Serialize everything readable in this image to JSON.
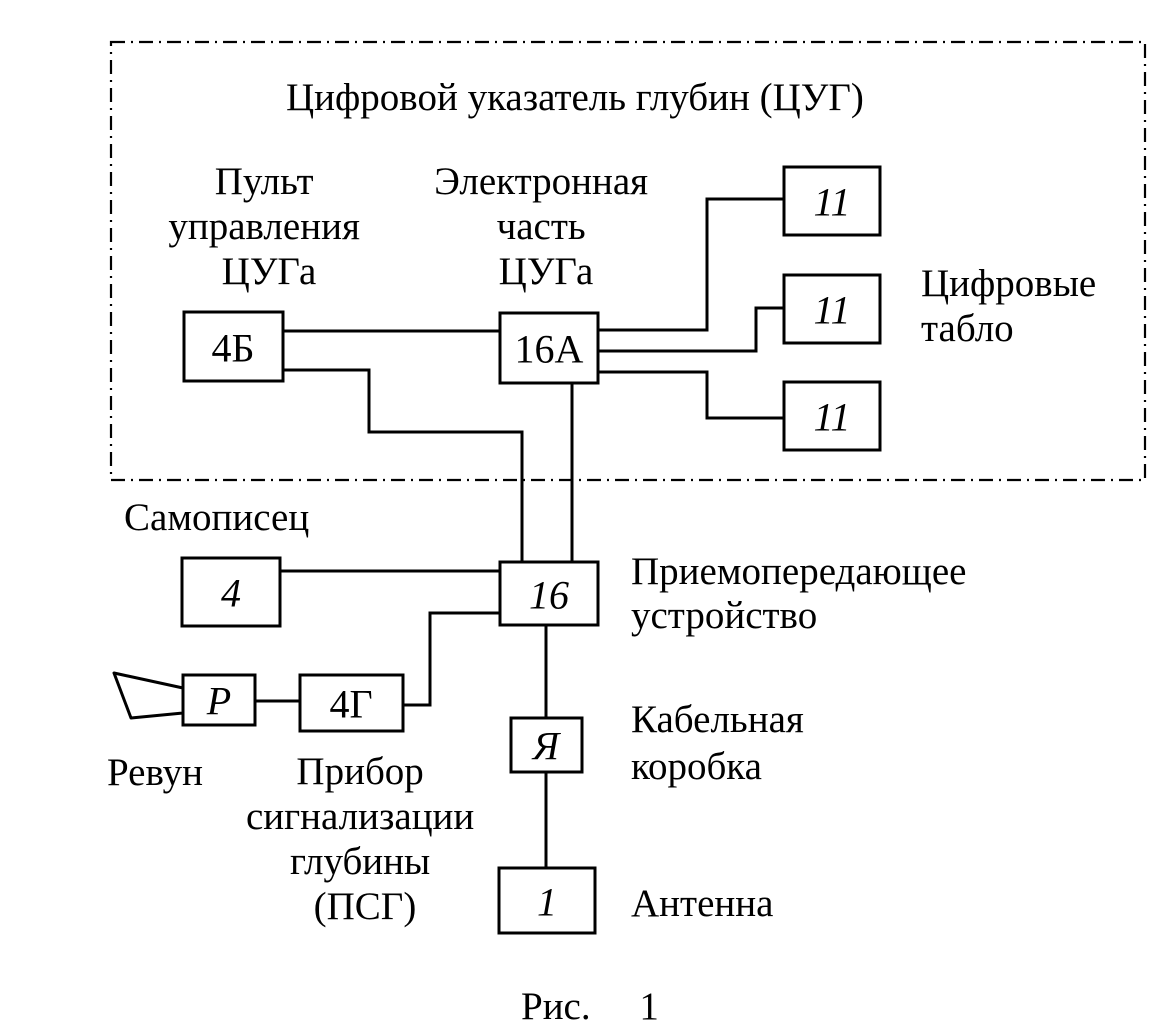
{
  "title": "Цифровой указатель глубин (ЦУГ)",
  "blocks": {
    "control_panel": {
      "id": "4Б",
      "label": [
        "Пульт",
        "управления",
        "ЦУГа"
      ]
    },
    "electronic_unit": {
      "id": "16А",
      "label": [
        "Электронная",
        "часть",
        "ЦУГа"
      ]
    },
    "display_1": {
      "id": "11"
    },
    "display_2": {
      "id": "11"
    },
    "display_3": {
      "id": "11"
    },
    "displays_label": [
      "Цифровые",
      "табло"
    ],
    "recorder": {
      "id": "4",
      "label": [
        "Самописец"
      ]
    },
    "transceiver": {
      "id": "16",
      "label": [
        "Приемопередающее",
        "устройство"
      ]
    },
    "siren": {
      "id": "Р",
      "label": [
        "Ревун"
      ]
    },
    "depth_alarm": {
      "id": "4Г",
      "label": [
        "Прибор",
        "сигнализации",
        "глубины",
        "(ПСГ)"
      ]
    },
    "cable_box": {
      "id": "Я",
      "label": [
        "Кабельная",
        "коробка"
      ]
    },
    "antenna": {
      "id": "1",
      "label": [
        "Антенна"
      ]
    }
  },
  "caption": "Рис.     1"
}
